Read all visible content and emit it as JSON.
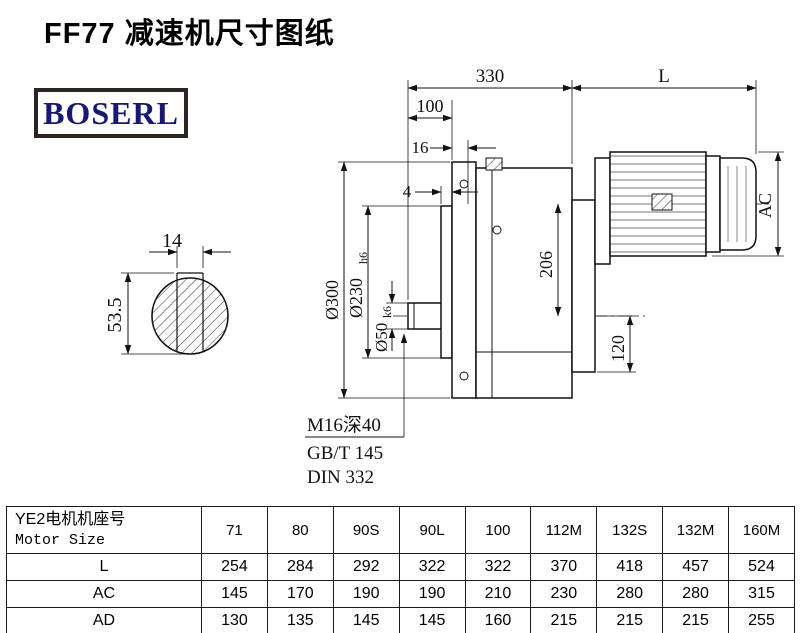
{
  "title": "FF77 减速机尺寸图纸",
  "brand": "BOSERL",
  "drawing": {
    "dims": {
      "top_width": "330",
      "motor_length": "L",
      "shaft_length": "100",
      "flange_thickness": "16",
      "step": "4",
      "flange_diameter": "Ø300",
      "spigot_diameter": "Ø230",
      "spigot_tolerance": "h6",
      "shaft_diameter": "Ø50",
      "shaft_tolerance": "k6",
      "center_height": "206",
      "foot_height": "120",
      "motor_height": "AC",
      "key_width": "14",
      "key_height": "53.5"
    },
    "notes": {
      "thread": "M16深40",
      "standard1": "GB/T 145",
      "standard2": "DIN 332"
    }
  },
  "table": {
    "header": {
      "label_line1": "YE2电机机座号",
      "label_line2": "Motor Size",
      "sizes": [
        "71",
        "80",
        "90S",
        "90L",
        "100",
        "112M",
        "132S",
        "132M",
        "160M"
      ]
    },
    "rows": [
      {
        "label": "L",
        "values": [
          254,
          284,
          292,
          322,
          322,
          370,
          418,
          457,
          524
        ]
      },
      {
        "label": "AC",
        "values": [
          145,
          170,
          190,
          190,
          210,
          230,
          280,
          280,
          315
        ]
      },
      {
        "label": "AD",
        "values": [
          130,
          135,
          145,
          145,
          160,
          215,
          215,
          215,
          255
        ]
      }
    ]
  }
}
